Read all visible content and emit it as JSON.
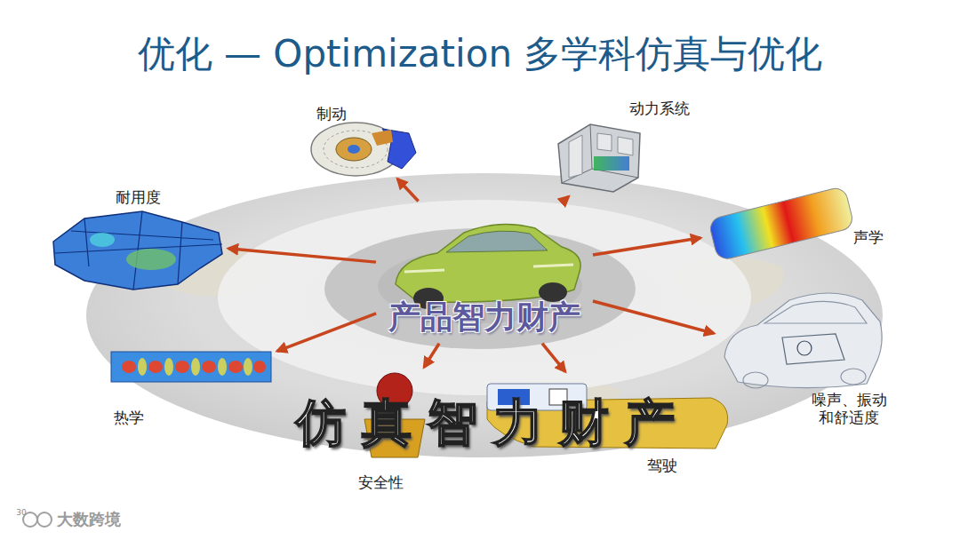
{
  "diagram": {
    "title": "优化 — Optimization 多学科仿真与优化",
    "nodes": [
      {
        "text": [
          "产品智力财产"
        ]
      },
      {
        "text": [
          "制动"
        ]
      },
      {
        "text": [
          "动力系统"
        ]
      },
      {
        "text": [
          "耐用度"
        ]
      },
      {
        "text": [
          "声学"
        ]
      },
      {
        "text": [
          "噪声、振动 和舒适度"
        ]
      },
      {
        "text": [
          "驾驶"
        ]
      },
      {
        "text": [
          "安全性"
        ]
      },
      {
        "text": [
          "热学"
        ]
      }
    ],
    "edges": [
      {
        "from": 0,
        "to": 1,
        "arrow": "to"
      },
      {
        "from": 0,
        "to": 2,
        "arrow": "to"
      },
      {
        "from": 0,
        "to": 3,
        "arrow": "to"
      },
      {
        "from": 0,
        "to": 4,
        "arrow": "to"
      },
      {
        "from": 0,
        "to": 5,
        "arrow": "to"
      },
      {
        "from": 0,
        "to": 6,
        "arrow": "to"
      },
      {
        "from": 0,
        "to": 7,
        "arrow": "to"
      },
      {
        "from": 0,
        "to": 8,
        "arrow": "to"
      }
    ],
    "labels": [
      "仿真智力财产",
      "30",
      "大数跨境"
    ]
  }
}
